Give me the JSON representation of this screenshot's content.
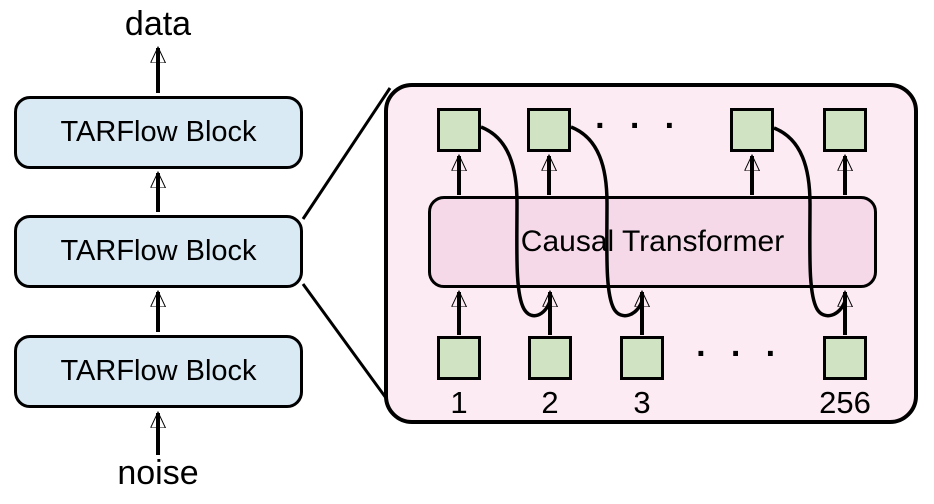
{
  "flow_stack": {
    "output_label": "data",
    "input_label": "noise",
    "blocks": [
      {
        "label": "TARFlow Block"
      },
      {
        "label": "TARFlow Block"
      },
      {
        "label": "TARFlow Block"
      }
    ]
  },
  "detail_panel": {
    "transformer_label": "Causal Transformer",
    "output_row_ellipsis": "· · ·",
    "input_row_ellipsis": "· · ·",
    "input_labels": [
      "1",
      "2",
      "3",
      "256"
    ]
  },
  "colors": {
    "block_fill": "#d9eaf5",
    "panel_fill": "#fcebf2",
    "transformer_fill": "#f5d9e8",
    "token_fill": "#d0e4c4",
    "stroke": "#000000"
  }
}
